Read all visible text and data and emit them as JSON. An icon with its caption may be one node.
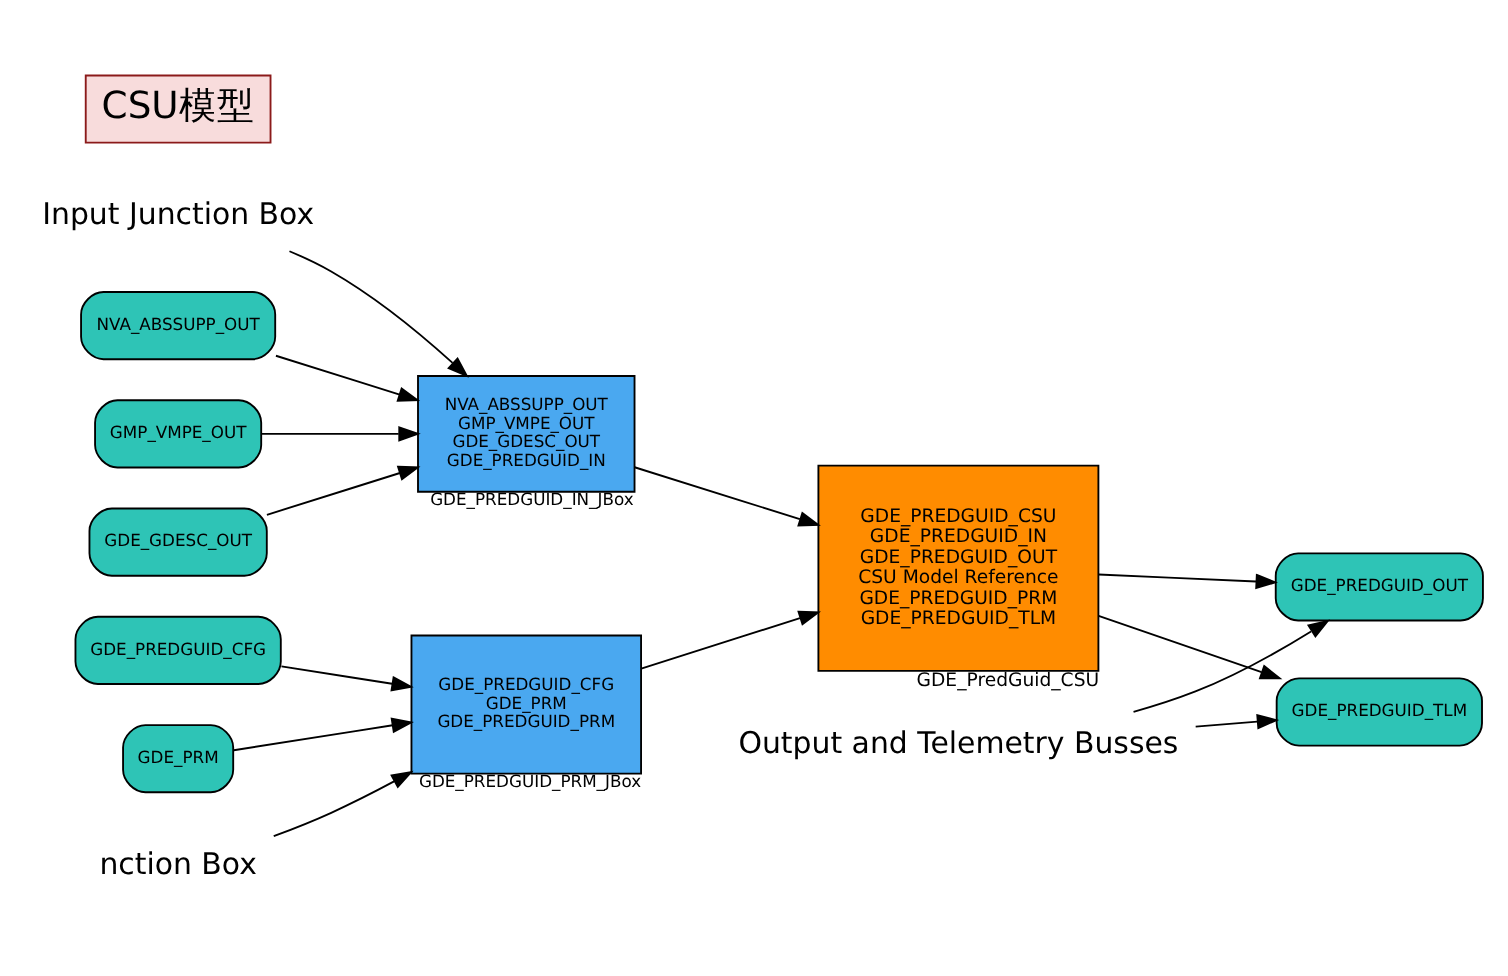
{
  "diagram": {
    "nodes": [
      {
        "text": [
          "NVA_ABSSUPP_OUT"
        ]
      },
      {
        "text": [
          "GMP_VMPE_OUT"
        ]
      },
      {
        "text": [
          "GDE_GDESC_OUT"
        ]
      },
      {
        "text": [
          "GDE_PREDGUID_CFG"
        ]
      },
      {
        "text": [
          "GDE_PRM"
        ]
      },
      {
        "text": [
          "NVA_ABSSUPP_OUT",
          "GMP_VMPE_OUT",
          "GDE_GDESC_OUT",
          "GDE_PREDGUID_IN"
        ],
        "beside": [
          "GDE_PREDGUID_IN_JBox"
        ]
      },
      {
        "text": [
          "GDE_PREDGUID_CFG",
          "GDE_PRM",
          "GDE_PREDGUID_PRM"
        ],
        "beside": [
          "GDE_PREDGUID_PRM_JBox"
        ]
      },
      {
        "text": [
          "GDE_PREDGUID_CSU",
          "GDE_PREDGUID_IN",
          "GDE_PREDGUID_OUT",
          "CSU Model Reference",
          "GDE_PREDGUID_PRM",
          "GDE_PREDGUID_TLM"
        ],
        "beside": [
          "GDE_PredGuid_CSU"
        ]
      },
      {
        "text": [
          "GDE_PREDGUID_OUT"
        ]
      },
      {
        "text": [
          "GDE_PREDGUID_TLM"
        ]
      },
      {
        "text": [
          "Input Junction Box"
        ]
      },
      {
        "text": [
          "Output and Telemetry Busses"
        ]
      },
      {
        "text": [
          "nction Box"
        ]
      }
    ],
    "edges": [
      {
        "from": 0,
        "to": 5,
        "arrow": "to"
      },
      {
        "from": 1,
        "to": 5,
        "arrow": "to"
      },
      {
        "from": 2,
        "to": 5,
        "arrow": "to"
      },
      {
        "from": 3,
        "to": 6,
        "arrow": "to"
      },
      {
        "from": 4,
        "to": 6,
        "arrow": "to"
      },
      {
        "from": 5,
        "to": 7,
        "arrow": "to"
      },
      {
        "from": 6,
        "to": 7,
        "arrow": "to"
      },
      {
        "from": 7,
        "to": 8,
        "arrow": "to"
      },
      {
        "from": 7,
        "to": 9,
        "arrow": "to"
      },
      {
        "from": 10,
        "to": 5,
        "arrow": "to"
      },
      {
        "from": 11,
        "to": 8,
        "arrow": "to"
      },
      {
        "from": 11,
        "to": 9,
        "arrow": "to"
      },
      {
        "from": 12,
        "to": 6,
        "arrow": "to"
      }
    ],
    "labels": [
      "CSU模型"
    ]
  }
}
